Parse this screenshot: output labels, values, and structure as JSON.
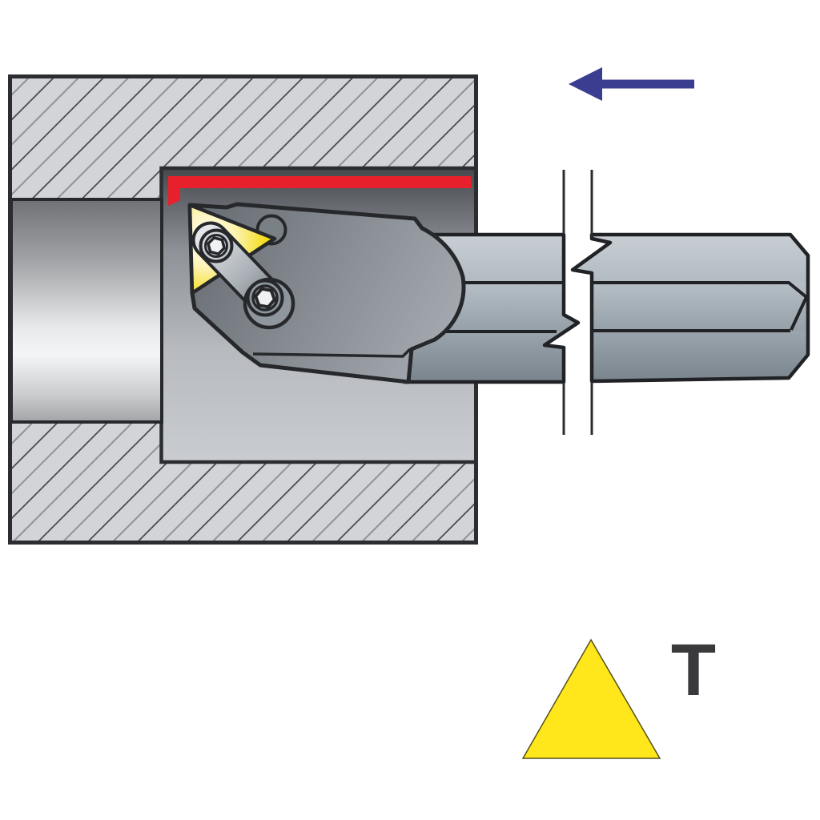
{
  "illustration": {
    "title": "internal-turning-boring-operation",
    "legend": {
      "label": "T",
      "symbol": "triangle-insert-shape"
    },
    "icons": {
      "feed_direction_arrow": "left-arrow",
      "break_symbol": "shaft-break-lines",
      "insert_screw": "hex-socket-screw",
      "clamp_screw": "hex-socket-screw"
    },
    "colors": {
      "cut_surface_red": "#e8202b",
      "insert_yellow": "#f4d800",
      "insert_highlight": "#ffffff",
      "legend_triangle_yellow": "#ffe71c",
      "feed_arrow_blue": "#3b3e90",
      "legend_label_gray": "#3a3a3c",
      "workpiece_gray": "#d2d4d7",
      "outline_dark": "#26282b"
    }
  }
}
